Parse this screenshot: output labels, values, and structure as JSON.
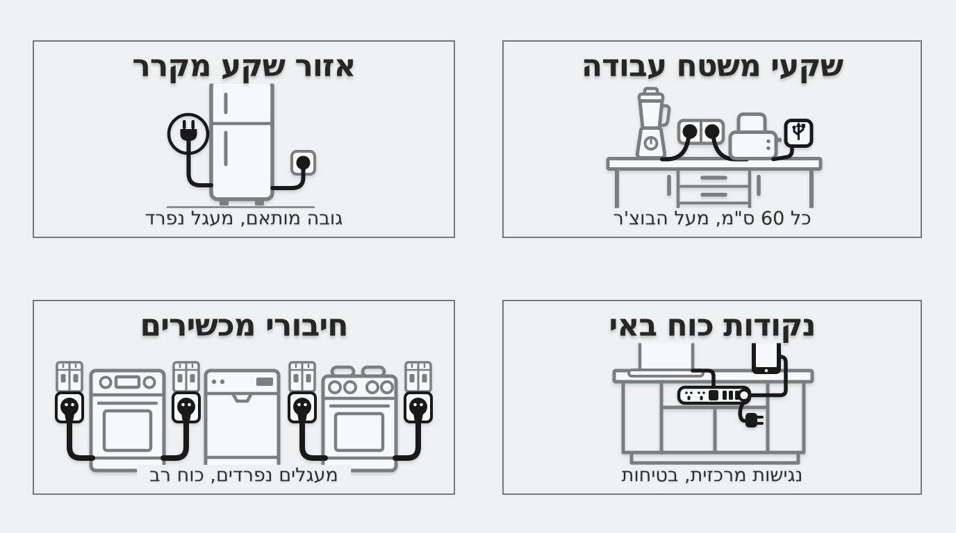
{
  "page": {
    "background_color": "#edf1f2",
    "frame_color": "#75787b",
    "title_color": "#272624",
    "caption_color": "#31302e",
    "art_gray": "#7b7e81",
    "art_black": "#191919"
  },
  "quadrants": [
    {
      "id": "fridge-outlet-zone",
      "title": "אזור שקע מקרר",
      "caption": "גובה מותאם, מעגל נפרד",
      "illustration": "refrigerator-with-plug-and-outlet-icon"
    },
    {
      "id": "worktop-outlets",
      "title": "שקעי משטח עבודה",
      "caption": "כל 60 ס\"מ, מעל הבוצ'ר",
      "illustration": "countertop-blender-toaster-outlets-usb-icon"
    },
    {
      "id": "appliance-connections",
      "title": "חיבורי מכשירים",
      "caption": "מעגלים נפרדים, כוח רב",
      "illustration": "oven-dishwasher-stove-breakers-plugs-icon"
    },
    {
      "id": "island-power-points",
      "title": "נקודות כוח באי",
      "caption": "נגישות מרכזית, בטיחות",
      "illustration": "kitchen-island-power-strip-laptop-tablet-icon"
    }
  ]
}
